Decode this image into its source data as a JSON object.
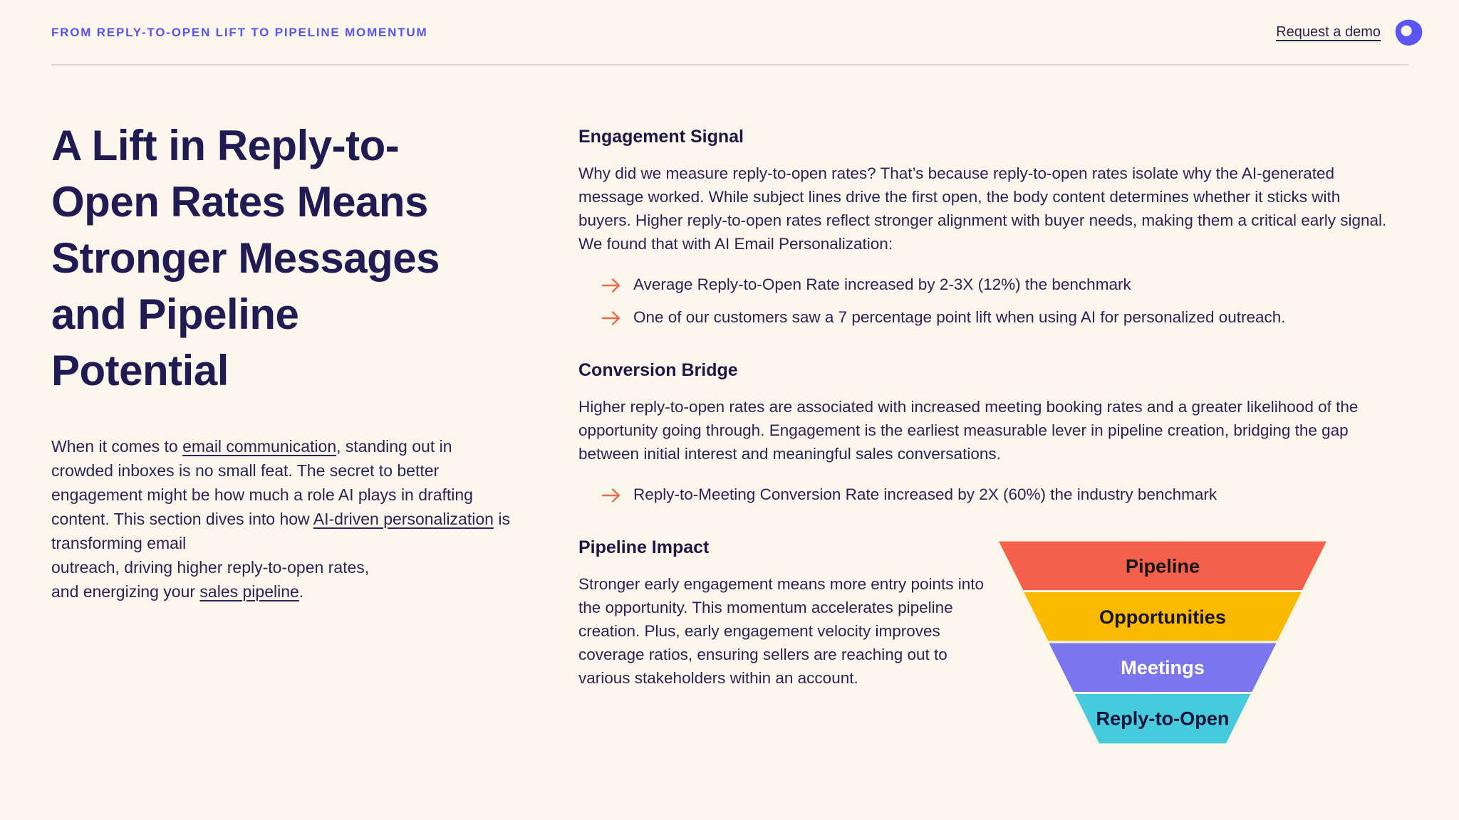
{
  "theme": {
    "background": "#FBF6EC",
    "ink": "#262052",
    "title_ink": "#211B54",
    "accent_purple": "#5753F0",
    "accent_orange": "#ED6A47",
    "divider": "#DEDAD3"
  },
  "header": {
    "eyebrow": "FROM REPLY-TO-OPEN LIFT TO PIPELINE MOMENTUM",
    "demo_link": "Request a demo",
    "logo_icon": "brand-blob-logo"
  },
  "hero": {
    "title": "A Lift in Reply-to-\nOpen Rates Means\nStronger Messages\nand Pipeline\nPotential",
    "intro_segments": [
      {
        "text": "When it comes to ",
        "link": false
      },
      {
        "text": "email communication",
        "link": true
      },
      {
        "text": ", standing out in crowded inboxes is no small feat. The secret to better engagement might be how much a role AI plays in drafting content. This section dives into how ",
        "link": false
      },
      {
        "text": "AI-driven personalization",
        "link": true
      },
      {
        "text": " is transforming email\noutreach, driving higher reply-to-open rates,\nand energizing your ",
        "link": false
      },
      {
        "text": "sales pipeline",
        "link": true
      },
      {
        "text": ".",
        "link": false
      }
    ]
  },
  "sections": {
    "engagement": {
      "heading": "Engagement Signal",
      "body": "Why did we measure reply-to-open rates? That’s because reply-to-open rates isolate why the AI-generated message worked. While subject lines drive the first open, the body content determines whether it sticks with buyers. Higher reply-to-open rates reflect stronger alignment with buyer needs, making them a critical early signal. We found that with AI Email Personalization:",
      "bullets": [
        "Average Reply-to-Open Rate increased by 2-3X (12%) the benchmark",
        "One of our customers saw a 7 percentage point lift when using AI for personalized outreach."
      ]
    },
    "conversion": {
      "heading": "Conversion Bridge",
      "body": "Higher reply-to-open rates are associated with increased meeting booking rates and a greater likelihood of the opportunity going through. Engagement is the earliest measurable lever in pipeline creation, bridging the gap between initial interest and meaningful sales conversations.",
      "bullets": [
        "Reply-to-Meeting Conversion Rate increased by 2X (60%) the industry benchmark"
      ]
    },
    "pipeline": {
      "heading": "Pipeline Impact",
      "body": "Stronger early engagement means more entry points into the opportunity. This momentum accelerates pipeline creation. Plus, early engagement velocity improves coverage ratios, ensuring sellers are reaching out to various stakeholders within an account."
    }
  },
  "funnel": {
    "type": "funnel",
    "levels": [
      {
        "label": "Pipeline",
        "color": "#F4604B",
        "text_color": "#161618"
      },
      {
        "label": "Opportunities",
        "color": "#FBBA00",
        "text_color": "#161618"
      },
      {
        "label": "Meetings",
        "color": "#7B75EE",
        "text_color": "#FFFFFF"
      },
      {
        "label": "Reply-to-Open",
        "color": "#45CBDB",
        "text_color": "#14143C"
      }
    ]
  }
}
